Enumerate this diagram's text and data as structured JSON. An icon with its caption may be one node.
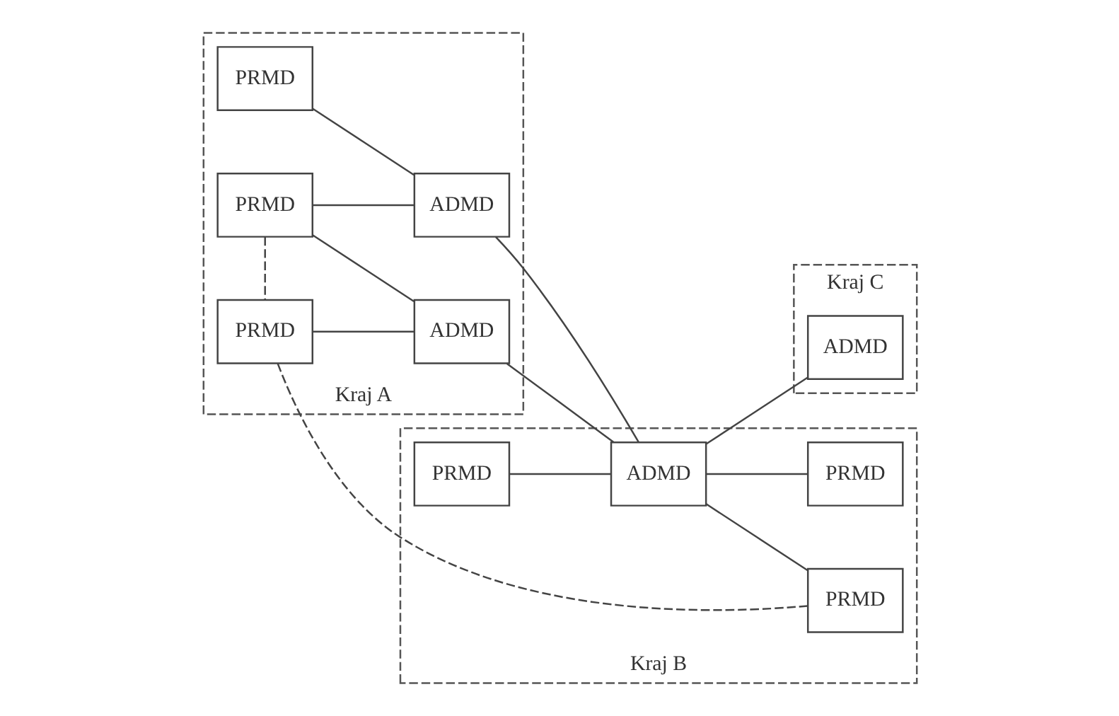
{
  "diagram": {
    "nodes": [
      {
        "text": [
          "Kraj A"
        ]
      },
      {
        "text": [
          "PRMD"
        ],
        "in": 0
      },
      {
        "text": [
          "PRMD"
        ],
        "in": 0
      },
      {
        "text": [
          "PRMD"
        ],
        "in": 0
      },
      {
        "text": [
          "ADMD"
        ],
        "in": 0
      },
      {
        "text": [
          "ADMD"
        ],
        "in": 0
      },
      {
        "text": [
          "Kraj B"
        ]
      },
      {
        "text": [
          "PRMD"
        ],
        "in": 6
      },
      {
        "text": [
          "ADMD"
        ],
        "in": 6
      },
      {
        "text": [
          "PRMD"
        ],
        "in": 6
      },
      {
        "text": [
          "PRMD"
        ],
        "in": 6
      },
      {
        "text": [
          "Kraj C"
        ]
      },
      {
        "text": [
          "ADMD"
        ],
        "in": 11
      }
    ],
    "edges": [
      {
        "from": 1,
        "to": 4,
        "arrow": "none"
      },
      {
        "from": 2,
        "to": 4,
        "arrow": "none"
      },
      {
        "from": 2,
        "to": 5,
        "arrow": "none"
      },
      {
        "from": 3,
        "to": 5,
        "arrow": "none"
      },
      {
        "from": 2,
        "to": 3,
        "arrow": "none",
        "style": "dashed"
      },
      {
        "from": 4,
        "to": 8,
        "arrow": "none"
      },
      {
        "from": 5,
        "to": 8,
        "arrow": "none"
      },
      {
        "from": 7,
        "to": 8,
        "arrow": "none"
      },
      {
        "from": 8,
        "to": 9,
        "arrow": "none"
      },
      {
        "from": 8,
        "to": 10,
        "arrow": "none"
      },
      {
        "from": 8,
        "to": 12,
        "arrow": "none"
      },
      {
        "from": 3,
        "to": 9,
        "arrow": "none",
        "style": "dashed"
      }
    ]
  }
}
